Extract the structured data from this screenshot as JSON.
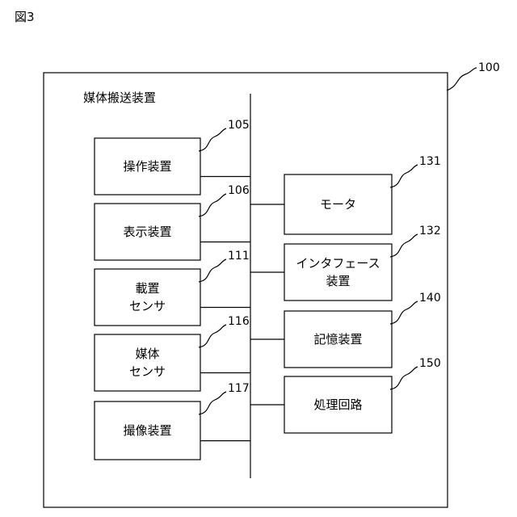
{
  "figure_label": "図3",
  "device": {
    "title": "媒体搬送装置",
    "ref": "100"
  },
  "left_blocks": [
    {
      "lines": [
        "操作装置"
      ],
      "ref": "105"
    },
    {
      "lines": [
        "表示装置"
      ],
      "ref": "106"
    },
    {
      "lines": [
        "載置",
        "センサ"
      ],
      "ref": "111"
    },
    {
      "lines": [
        "媒体",
        "センサ"
      ],
      "ref": "116"
    },
    {
      "lines": [
        "撮像装置"
      ],
      "ref": "117"
    }
  ],
  "right_blocks": [
    {
      "lines": [
        "モータ"
      ],
      "ref": "131"
    },
    {
      "lines": [
        "インタフェース",
        "装置"
      ],
      "ref": "132"
    },
    {
      "lines": [
        "記憶装置"
      ],
      "ref": "140"
    },
    {
      "lines": [
        "処理回路"
      ],
      "ref": "150"
    }
  ]
}
